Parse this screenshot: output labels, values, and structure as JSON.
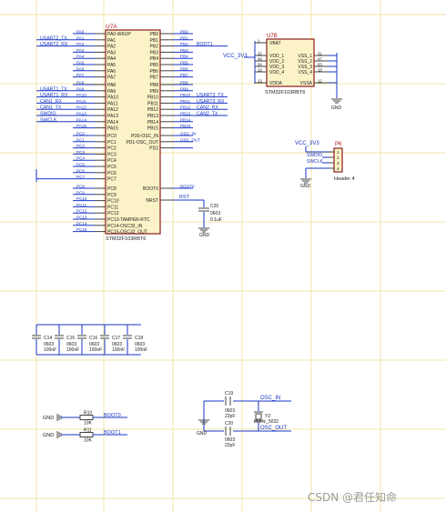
{
  "u7a": {
    "designator": "U7A",
    "part": "STM32F103RBT6",
    "left_pins": [
      "PA0-WKUP",
      "PA1",
      "PA2",
      "PA3",
      "PA4",
      "PA5",
      "PA6",
      "PA7",
      "PA8",
      "PA9",
      "PA10",
      "PA11",
      "PA12",
      "PA13",
      "PA14",
      "PA15",
      "PC0",
      "PC1",
      "PC2",
      "PC3",
      "PC4",
      "PC5",
      "PC6",
      "PC7",
      "PC8",
      "PC9",
      "PC10",
      "PC11",
      "PC12",
      "PC13-TAMPER-RTC",
      "PC14-OSC32_IN",
      "PC15-OSC32_OUT"
    ],
    "right_pins": [
      "PB0",
      "PB1",
      "PB2",
      "PB3",
      "PB4",
      "PB5",
      "PB6",
      "PB7",
      "PB8",
      "PB9",
      "PB10",
      "PB11",
      "PB12",
      "PB13",
      "PB14",
      "PB15",
      "PD0-OSC_IN",
      "PD1-OSC_OUT",
      "PD2",
      "BOOT0",
      "NRST"
    ],
    "left_nets": [
      "",
      "USART2_TX",
      "USART2_RX",
      "",
      "",
      "",
      "",
      "",
      "",
      "USART1_TX",
      "USART1_RX",
      "CAN1_RX",
      "CAN1_TX",
      "SWDIO",
      "SWCLK",
      "",
      "",
      "",
      "",
      "",
      "",
      "",
      "",
      "",
      "",
      "",
      "",
      "",
      "",
      "",
      "",
      ""
    ],
    "left_wire_labels": [
      "PA0",
      "PA1",
      "PA2",
      "PA3",
      "PA4",
      "PA5",
      "PA6",
      "PA7",
      "PA8",
      "PA9",
      "PA10",
      "PA11",
      "PA12",
      "PA13",
      "PA14",
      "PA15",
      "PC0",
      "PC1",
      "PC2",
      "PC3",
      "PC4",
      "PC5",
      "PC6",
      "PC7",
      "PC8",
      "PC9",
      "PC10",
      "PC11",
      "PC12",
      "PC13",
      "PC14",
      "PC15"
    ],
    "right_wire_labels": [
      "PB0",
      "PB1",
      "PB2",
      "PB3",
      "PB4",
      "PB5",
      "PB6",
      "PB7",
      "PB8",
      "PB9",
      "PB10",
      "PB11",
      "PB12",
      "PB13",
      "PB14",
      "PB15",
      "OSC_IN",
      "OSC_OUT",
      "",
      "BOOT0",
      ""
    ],
    "right_nets": [
      "",
      "",
      "BOOT1",
      "",
      "",
      "",
      "",
      "",
      "",
      "",
      "USART3_TX",
      "USART3_RX",
      "CAN2_RX",
      "CAN2_TX",
      "",
      "",
      "",
      "",
      "",
      "",
      ""
    ],
    "rst_label": "RST",
    "c23": {
      "designator": "C25",
      "package": "0603",
      "value": "0.1uF"
    }
  },
  "u7b": {
    "designator": "U7B",
    "part": "STM32F103RBT6",
    "left_pins": [
      "VBAT",
      "VDD_1",
      "VDD_2",
      "VDD_3",
      "VDD_4",
      "VDDA"
    ],
    "right_pins": [
      "VSS_1",
      "VSS_2",
      "VSS_3",
      "VSS_4",
      "VSSA"
    ],
    "left_pin_nums": [
      "1",
      "32",
      "48",
      "64",
      "19",
      "13"
    ],
    "right_pin_nums": [
      "31",
      "47",
      "63",
      "18",
      "12"
    ],
    "power_net": "VCC_3V3",
    "gnd": "GND"
  },
  "p6": {
    "designator": "P6",
    "part": "Header 4",
    "power_net": "VCC_3V3",
    "pins": [
      "1",
      "2",
      "3",
      "4"
    ],
    "nets": [
      "SWDIO",
      "SWCLK"
    ],
    "gnd": "GND"
  },
  "decoupling": [
    {
      "designator": "C14",
      "package": "0603",
      "value": "100nF"
    },
    {
      "designator": "C15",
      "package": "0603",
      "value": "100nF"
    },
    {
      "designator": "C16",
      "package": "0603",
      "value": "100nF"
    },
    {
      "designator": "C17",
      "package": "0603",
      "value": "100nF"
    },
    {
      "designator": "C18",
      "package": "0603",
      "value": "100nF"
    }
  ],
  "boot": [
    {
      "gnd": "GND",
      "designator": "R10",
      "value": "10K",
      "net": "BOOT0"
    },
    {
      "gnd": "GND",
      "designator": "R11",
      "value": "10K",
      "net": "BOOT1"
    }
  ],
  "osc": {
    "c_top": {
      "designator": "C19",
      "package": "0603",
      "value": "22pF"
    },
    "c_bot": {
      "designator": "C20",
      "package": "0603",
      "value": "22pF"
    },
    "crystal": {
      "designator": "Y2",
      "value": "8MHz_5032"
    },
    "net_in": "OSC_IN",
    "net_out": "OSC_OUT",
    "gnd": "GND"
  },
  "watermark": "CSDN @君任知命"
}
